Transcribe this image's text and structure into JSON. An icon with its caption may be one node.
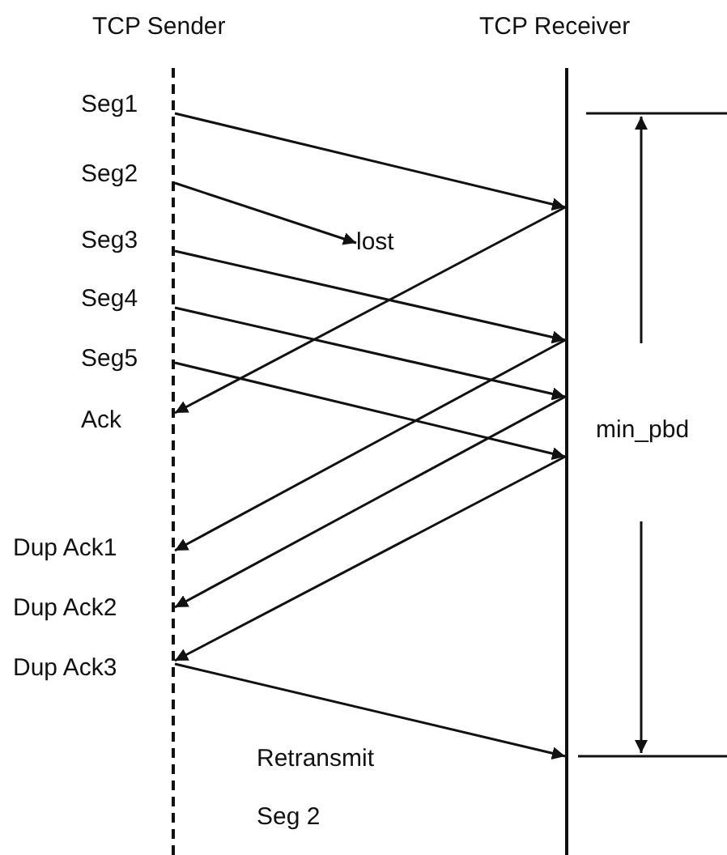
{
  "diagram": {
    "nodes": [
      {
        "text": [
          "TCP Sender"
        ]
      },
      {
        "text": [
          "TCP Receiver"
        ]
      },
      {
        "text": [
          "lost"
        ]
      }
    ],
    "edges": [
      {
        "from": 0,
        "to": 1,
        "arrow": "to"
      },
      {
        "from": 0,
        "to": 2,
        "arrow": "to"
      },
      {
        "from": 0,
        "to": 1,
        "arrow": "to"
      },
      {
        "from": 0,
        "to": 1,
        "arrow": "to"
      },
      {
        "from": 0,
        "to": 1,
        "arrow": "to"
      },
      {
        "from": 1,
        "to": 0,
        "arrow": "to"
      },
      {
        "from": 1,
        "to": 0,
        "arrow": "to"
      },
      {
        "from": 1,
        "to": 0,
        "arrow": "to"
      },
      {
        "from": 1,
        "to": 0,
        "arrow": "to"
      },
      {
        "from": 0,
        "to": 1,
        "arrow": "to",
        "label": "Retransmit Seg 2"
      }
    ],
    "labels": [
      "Seg1",
      "Seg2",
      "Seg3",
      "Seg4",
      "Seg5",
      "Ack",
      "min_pbd",
      "Dup Ack1",
      "Dup Ack2",
      "Dup Ack3"
    ]
  }
}
